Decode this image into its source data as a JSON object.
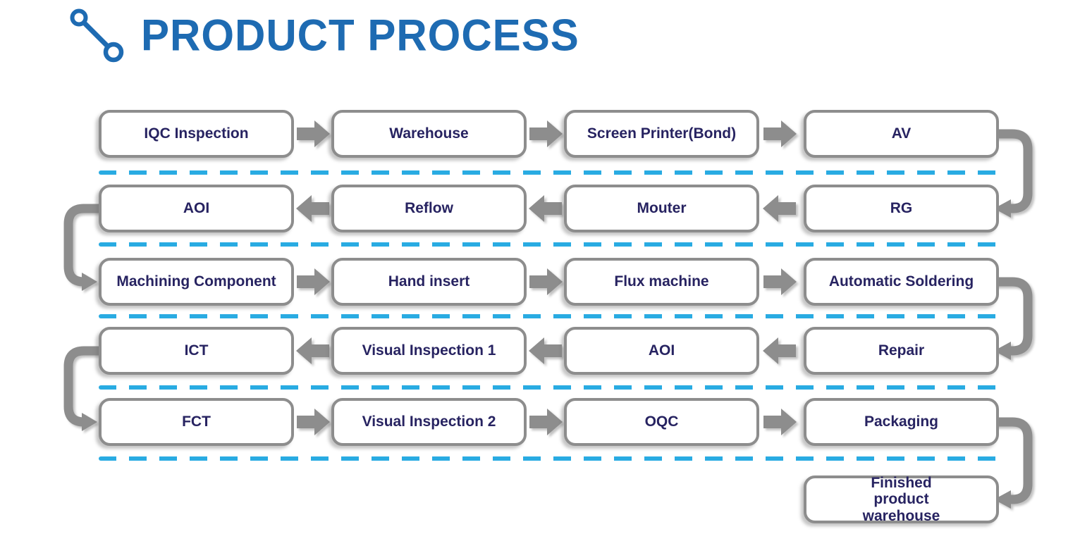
{
  "title": {
    "text": "PRODUCT PROCESS",
    "icon": "link-nodes-icon"
  },
  "colors": {
    "title_blue": "#1e6bb2",
    "box_border_gray": "#8d8d8d",
    "arrow_gray": "#8d8d8d",
    "label_navy": "#272361",
    "divider_cyan": "#29abe2",
    "background": "#ffffff"
  },
  "flow": {
    "rows": [
      {
        "direction": "right",
        "boxes": [
          "IQC Inspection",
          "Warehouse",
          "Screen Printer(Bond)",
          "AV"
        ]
      },
      {
        "direction": "left",
        "boxes": [
          "AOI",
          "Reflow",
          "Mouter",
          "RG"
        ]
      },
      {
        "direction": "right",
        "boxes": [
          "Machining Component",
          "Hand insert",
          "Flux machine",
          "Automatic Soldering"
        ]
      },
      {
        "direction": "left",
        "boxes": [
          "ICT",
          "Visual Inspection 1",
          "AOI",
          "Repair"
        ]
      },
      {
        "direction": "right",
        "boxes": [
          "FCT",
          "Visual Inspection 2",
          "OQC",
          "Packaging"
        ]
      },
      {
        "direction": "end",
        "boxes": [
          "Finished product warehouse"
        ]
      }
    ]
  }
}
